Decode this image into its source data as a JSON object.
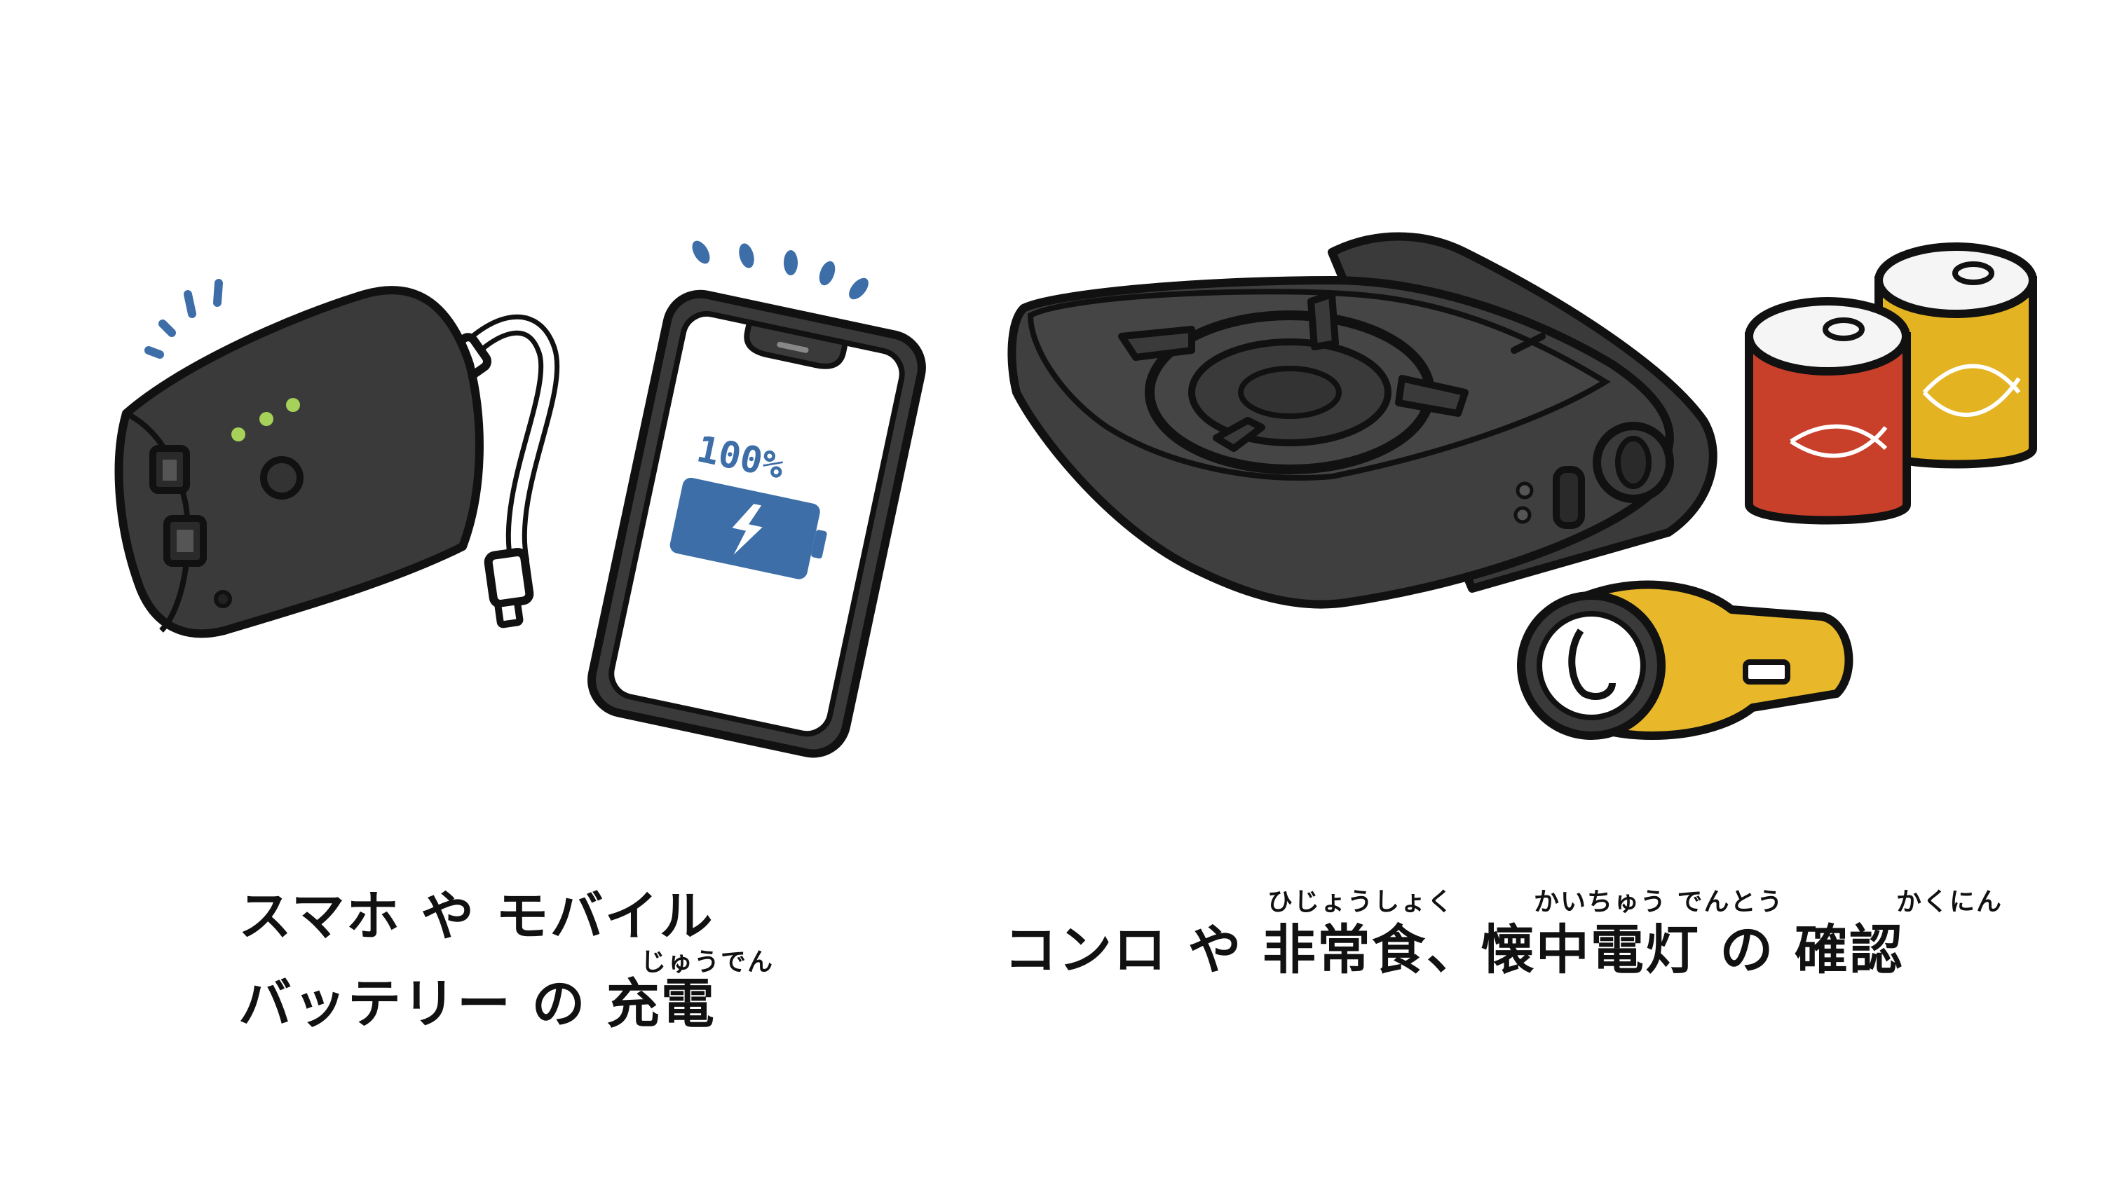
{
  "left_panel": {
    "line1": "スマホ や モバイル",
    "line2": "バッテリー の 充電",
    "ruby_charge": "じゅうでん",
    "phone_battery_percent": "100%"
  },
  "right_panel": {
    "line1": "コンロ や 非常食、懐中電灯 の 確認",
    "ruby_emergency_food": "ひじょうしょく",
    "ruby_flashlight": "かいちゅう でんとう",
    "ruby_check": "かくにん"
  },
  "colors": {
    "ink": "#111111",
    "device_dark": "#3a3a3a",
    "accent_blue": "#3d6ea8",
    "led_green": "#a6d25a",
    "can_red": "#c9402a",
    "can_yellow": "#e3b322",
    "flashlight_yellow": "#e8b82a"
  },
  "icons": [
    "power-bank-icon",
    "smartphone-icon",
    "gas-stove-icon",
    "canned-food-icon",
    "flashlight-icon"
  ]
}
